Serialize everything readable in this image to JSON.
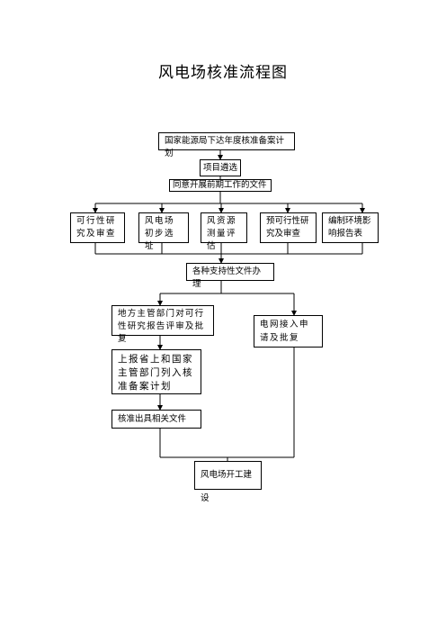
{
  "title": "风电场核准流程图",
  "nodes": {
    "plan": "国家能源局下达年度核准备案计划",
    "select": "项目遴选",
    "agree": "同意开展前期工作的文件",
    "feasibility": "可行性研究及审查",
    "site": "风电场初步选址",
    "resource": "风资源测量评估",
    "prefeasibility": "预可行性研究及审查",
    "eia": "编制环境影响报告表",
    "support": "各种支持性文件办理",
    "local": "地方主管部门对可行性研究报告评审及批复",
    "grid": "电网接入申请及批复",
    "report": "上报省上和国家主管部门列入核准备案计划",
    "approve": "核准出具相关文件",
    "construct": "风电场开工建设"
  }
}
